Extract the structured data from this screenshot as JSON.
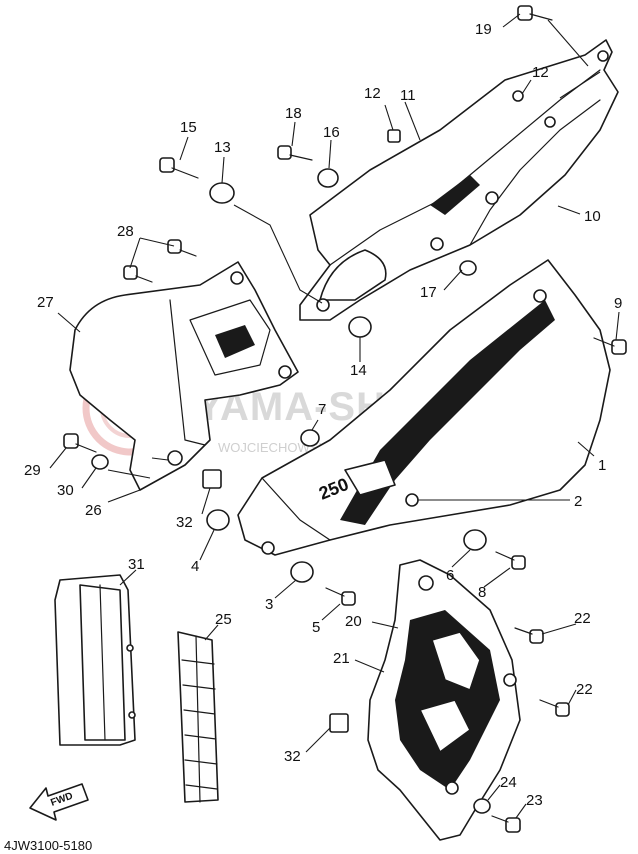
{
  "diagram": {
    "callouts": [
      {
        "id": "c19",
        "text": "19"
      },
      {
        "id": "c12a",
        "text": "12"
      },
      {
        "id": "c12b",
        "text": "12"
      },
      {
        "id": "c11",
        "text": "11"
      },
      {
        "id": "c18",
        "text": "18"
      },
      {
        "id": "c16",
        "text": "16"
      },
      {
        "id": "c15",
        "text": "15"
      },
      {
        "id": "c13",
        "text": "13"
      },
      {
        "id": "c10",
        "text": "10"
      },
      {
        "id": "c28",
        "text": "28"
      },
      {
        "id": "c17",
        "text": "17"
      },
      {
        "id": "c9",
        "text": "9"
      },
      {
        "id": "c27",
        "text": "27"
      },
      {
        "id": "c14",
        "text": "14"
      },
      {
        "id": "c7",
        "text": "7"
      },
      {
        "id": "c1",
        "text": "1"
      },
      {
        "id": "c29",
        "text": "29"
      },
      {
        "id": "c30",
        "text": "30"
      },
      {
        "id": "c2",
        "text": "2"
      },
      {
        "id": "c26",
        "text": "26"
      },
      {
        "id": "c32a",
        "text": "32"
      },
      {
        "id": "c4",
        "text": "4"
      },
      {
        "id": "c6",
        "text": "6"
      },
      {
        "id": "c8",
        "text": "8"
      },
      {
        "id": "c3",
        "text": "3"
      },
      {
        "id": "c31",
        "text": "31"
      },
      {
        "id": "c5",
        "text": "5"
      },
      {
        "id": "c25",
        "text": "25"
      },
      {
        "id": "c20",
        "text": "20"
      },
      {
        "id": "c22a",
        "text": "22"
      },
      {
        "id": "c21",
        "text": "21"
      },
      {
        "id": "c22b",
        "text": "22"
      },
      {
        "id": "c32b",
        "text": "32"
      },
      {
        "id": "c24",
        "text": "24"
      },
      {
        "id": "c23",
        "text": "23"
      }
    ],
    "fwd_label": "FWD",
    "shroud_number": "250",
    "diagram_code": "4JW3100-5180",
    "watermark": {
      "title": "YAMA-SHOP.PL",
      "subtitle": "WOJCIECHOWSKI DEALER YAMAHA"
    }
  }
}
